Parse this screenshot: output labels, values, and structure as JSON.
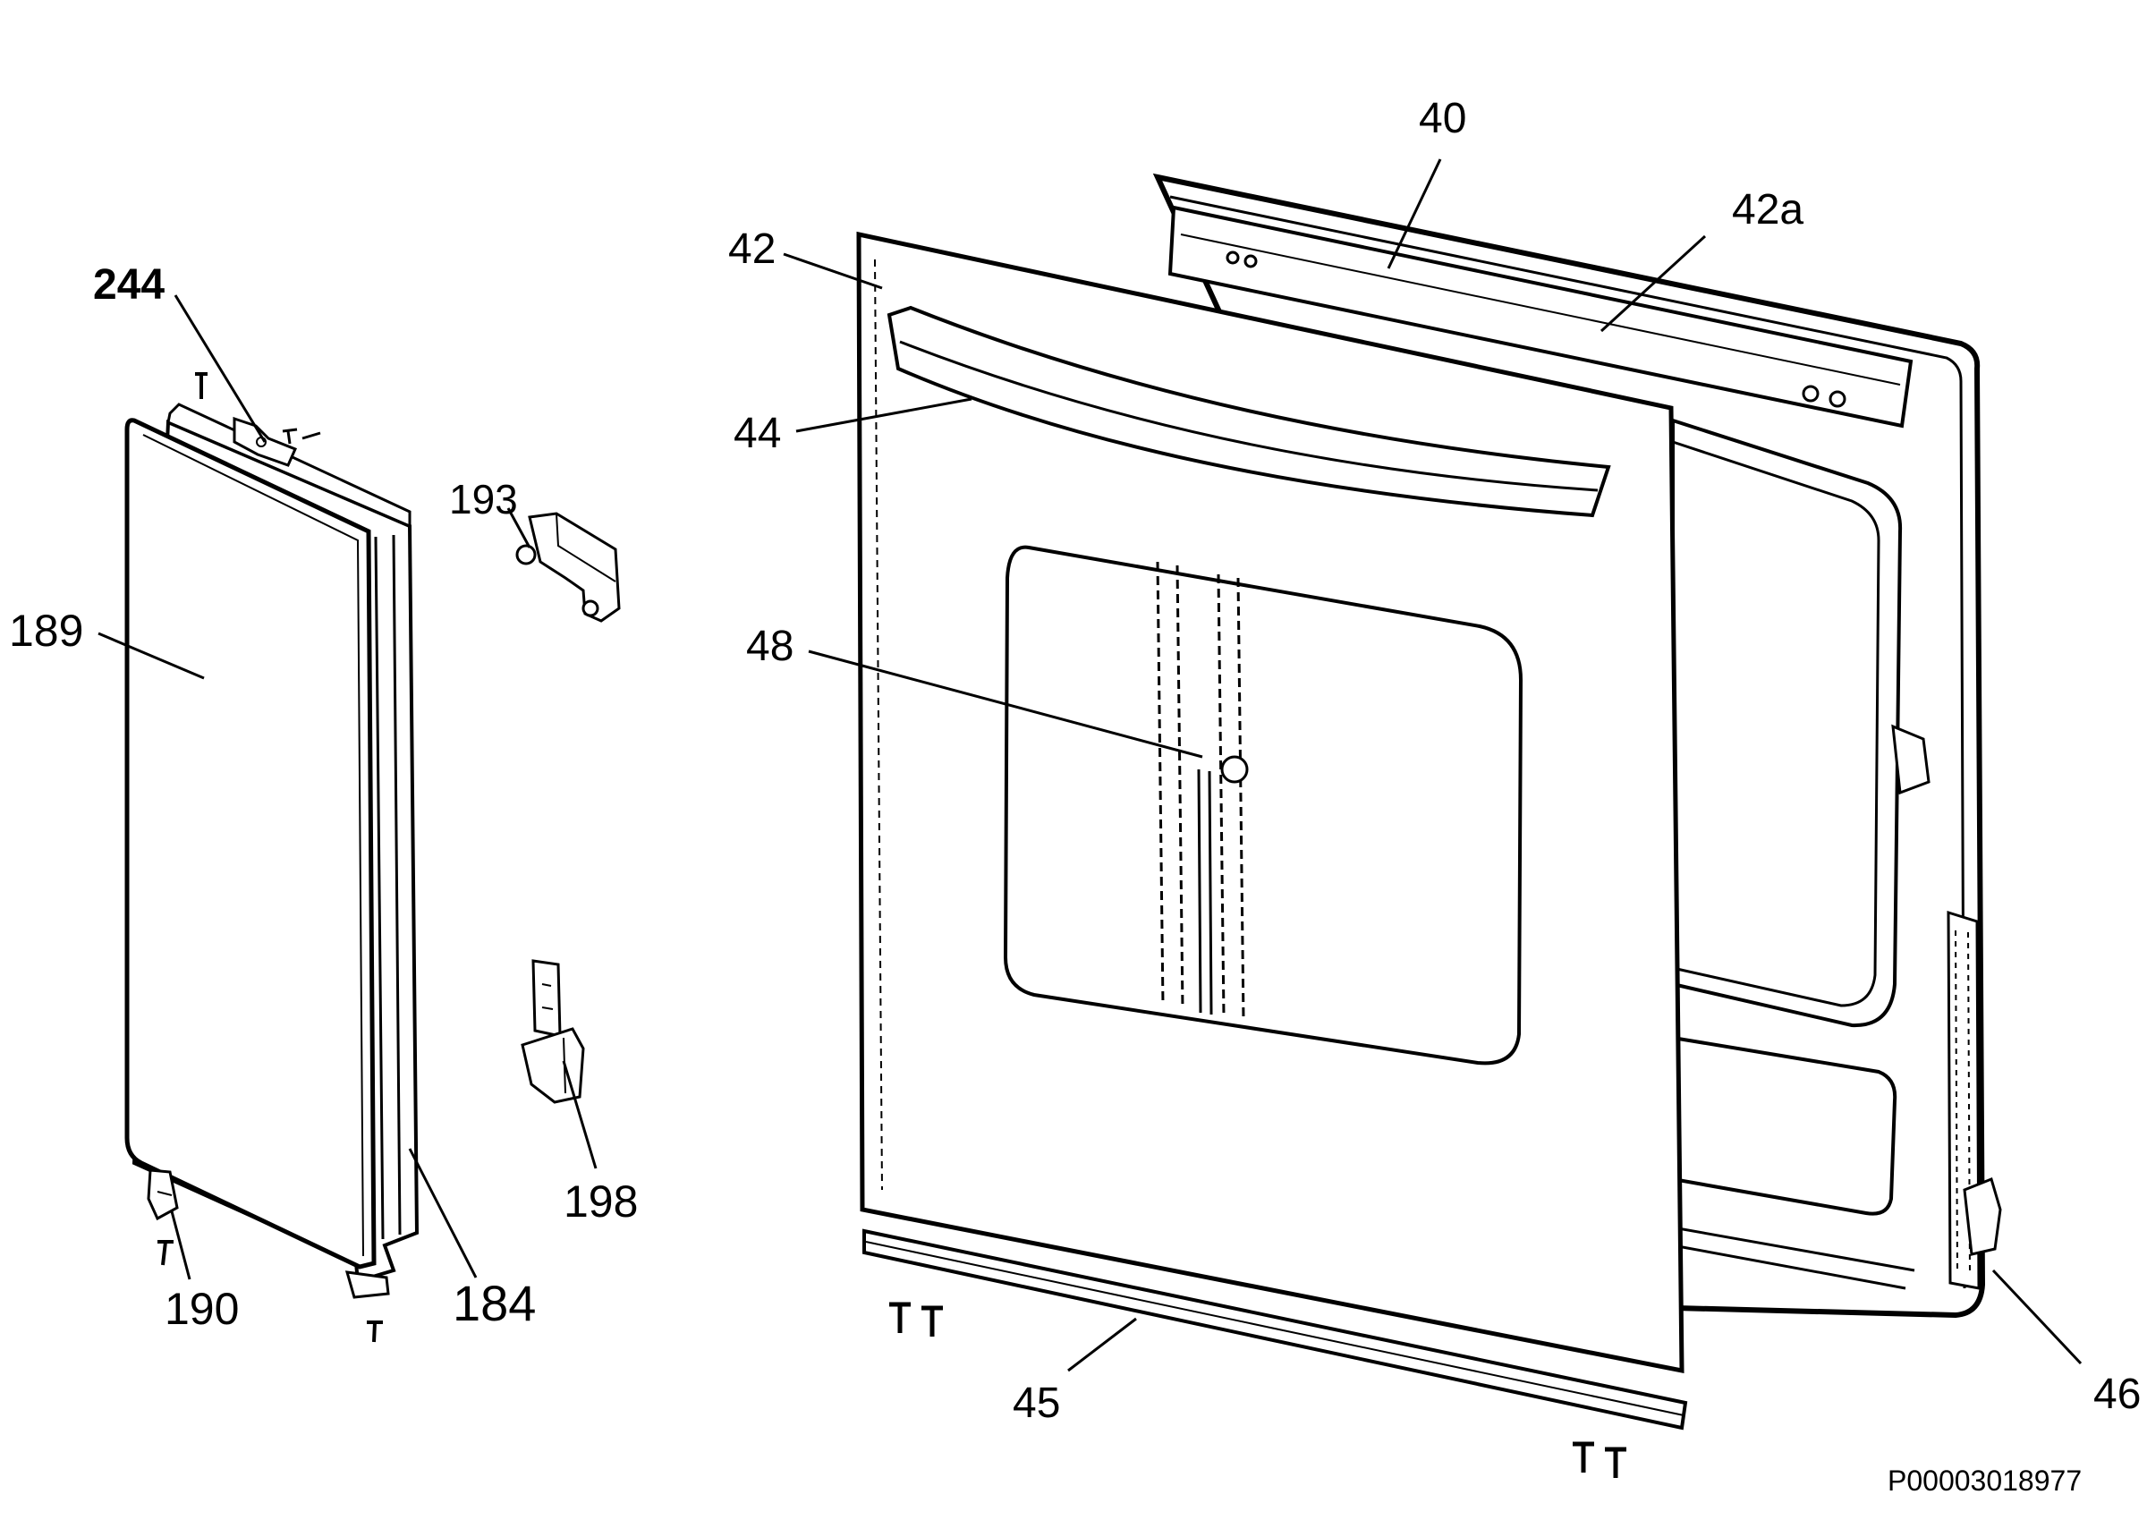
{
  "diagram": {
    "document_code": "P00003018977",
    "callouts": {
      "c40": "40",
      "c42": "42",
      "c42a": "42a",
      "c44": "44",
      "c45": "45",
      "c46": "46",
      "c48": "48",
      "c184": "184",
      "c189": "189",
      "c190": "190",
      "c193": "193",
      "c198": "198",
      "c244": "244"
    }
  }
}
